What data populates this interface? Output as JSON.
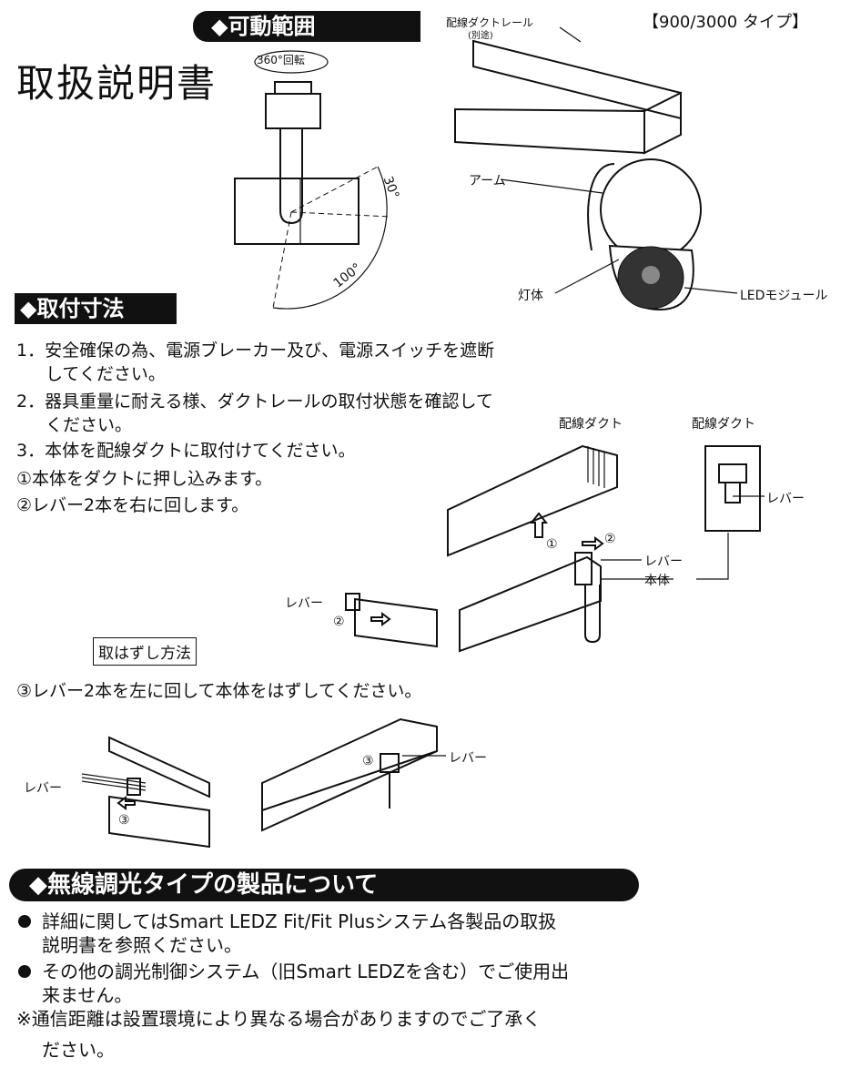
{
  "title": "取扱説明書",
  "type_label": "【900/3000 タイプ】",
  "sections": {
    "range": "◆可動範囲",
    "mount": "◆取付寸法",
    "wireless": "◆無線調光タイプの製品について"
  },
  "range_figure": {
    "rotation": "360°回転",
    "angle_top": "30°",
    "angle_bottom": "100°"
  },
  "product_figure": {
    "rail": "配線ダクトレール",
    "rail_note": "(別途)",
    "arm": "アーム",
    "body": "灯体",
    "led": "LEDモジュール"
  },
  "steps": [
    "1．安全確保の為、電源ブレーカー及び、電源スイッチを遮断",
    "してください。",
    "2．器具重量に耐える様、ダクトレールの取付状態を確認して",
    "ください。",
    "3．本体を配線ダクトに取付けてください。",
    "①本体をダクトに押し込みます。",
    "②レバー2本を右に回します。"
  ],
  "mount_figure": {
    "duct1": "配線ダクト",
    "duct2": "配線ダクト",
    "lever_side": "レバー",
    "lever_main": "レバー",
    "body": "本体",
    "lever_small": "レバー",
    "mark1": "①",
    "mark2": "②",
    "mark2b": "②"
  },
  "removal": {
    "box": "取はずし方法",
    "text": "③レバー2本を左に回して本体をはずしてください。",
    "lever_left": "レバー",
    "lever_right": "レバー",
    "mark3a": "③",
    "mark3b": "③"
  },
  "wireless": {
    "b1a": "詳細に関してはSmart LEDZ Fit/Fit Plusシステム各製品の取扱",
    "b1b": "説明書を参照ください。",
    "b2a": "その他の調光制御システム（旧Smart LEDZを含む）でご使用出",
    "b2b": "来ません。",
    "n1": "※通信距離は設置環境により異なる場合がありますのでご了承く",
    "n2": "ださい。"
  }
}
